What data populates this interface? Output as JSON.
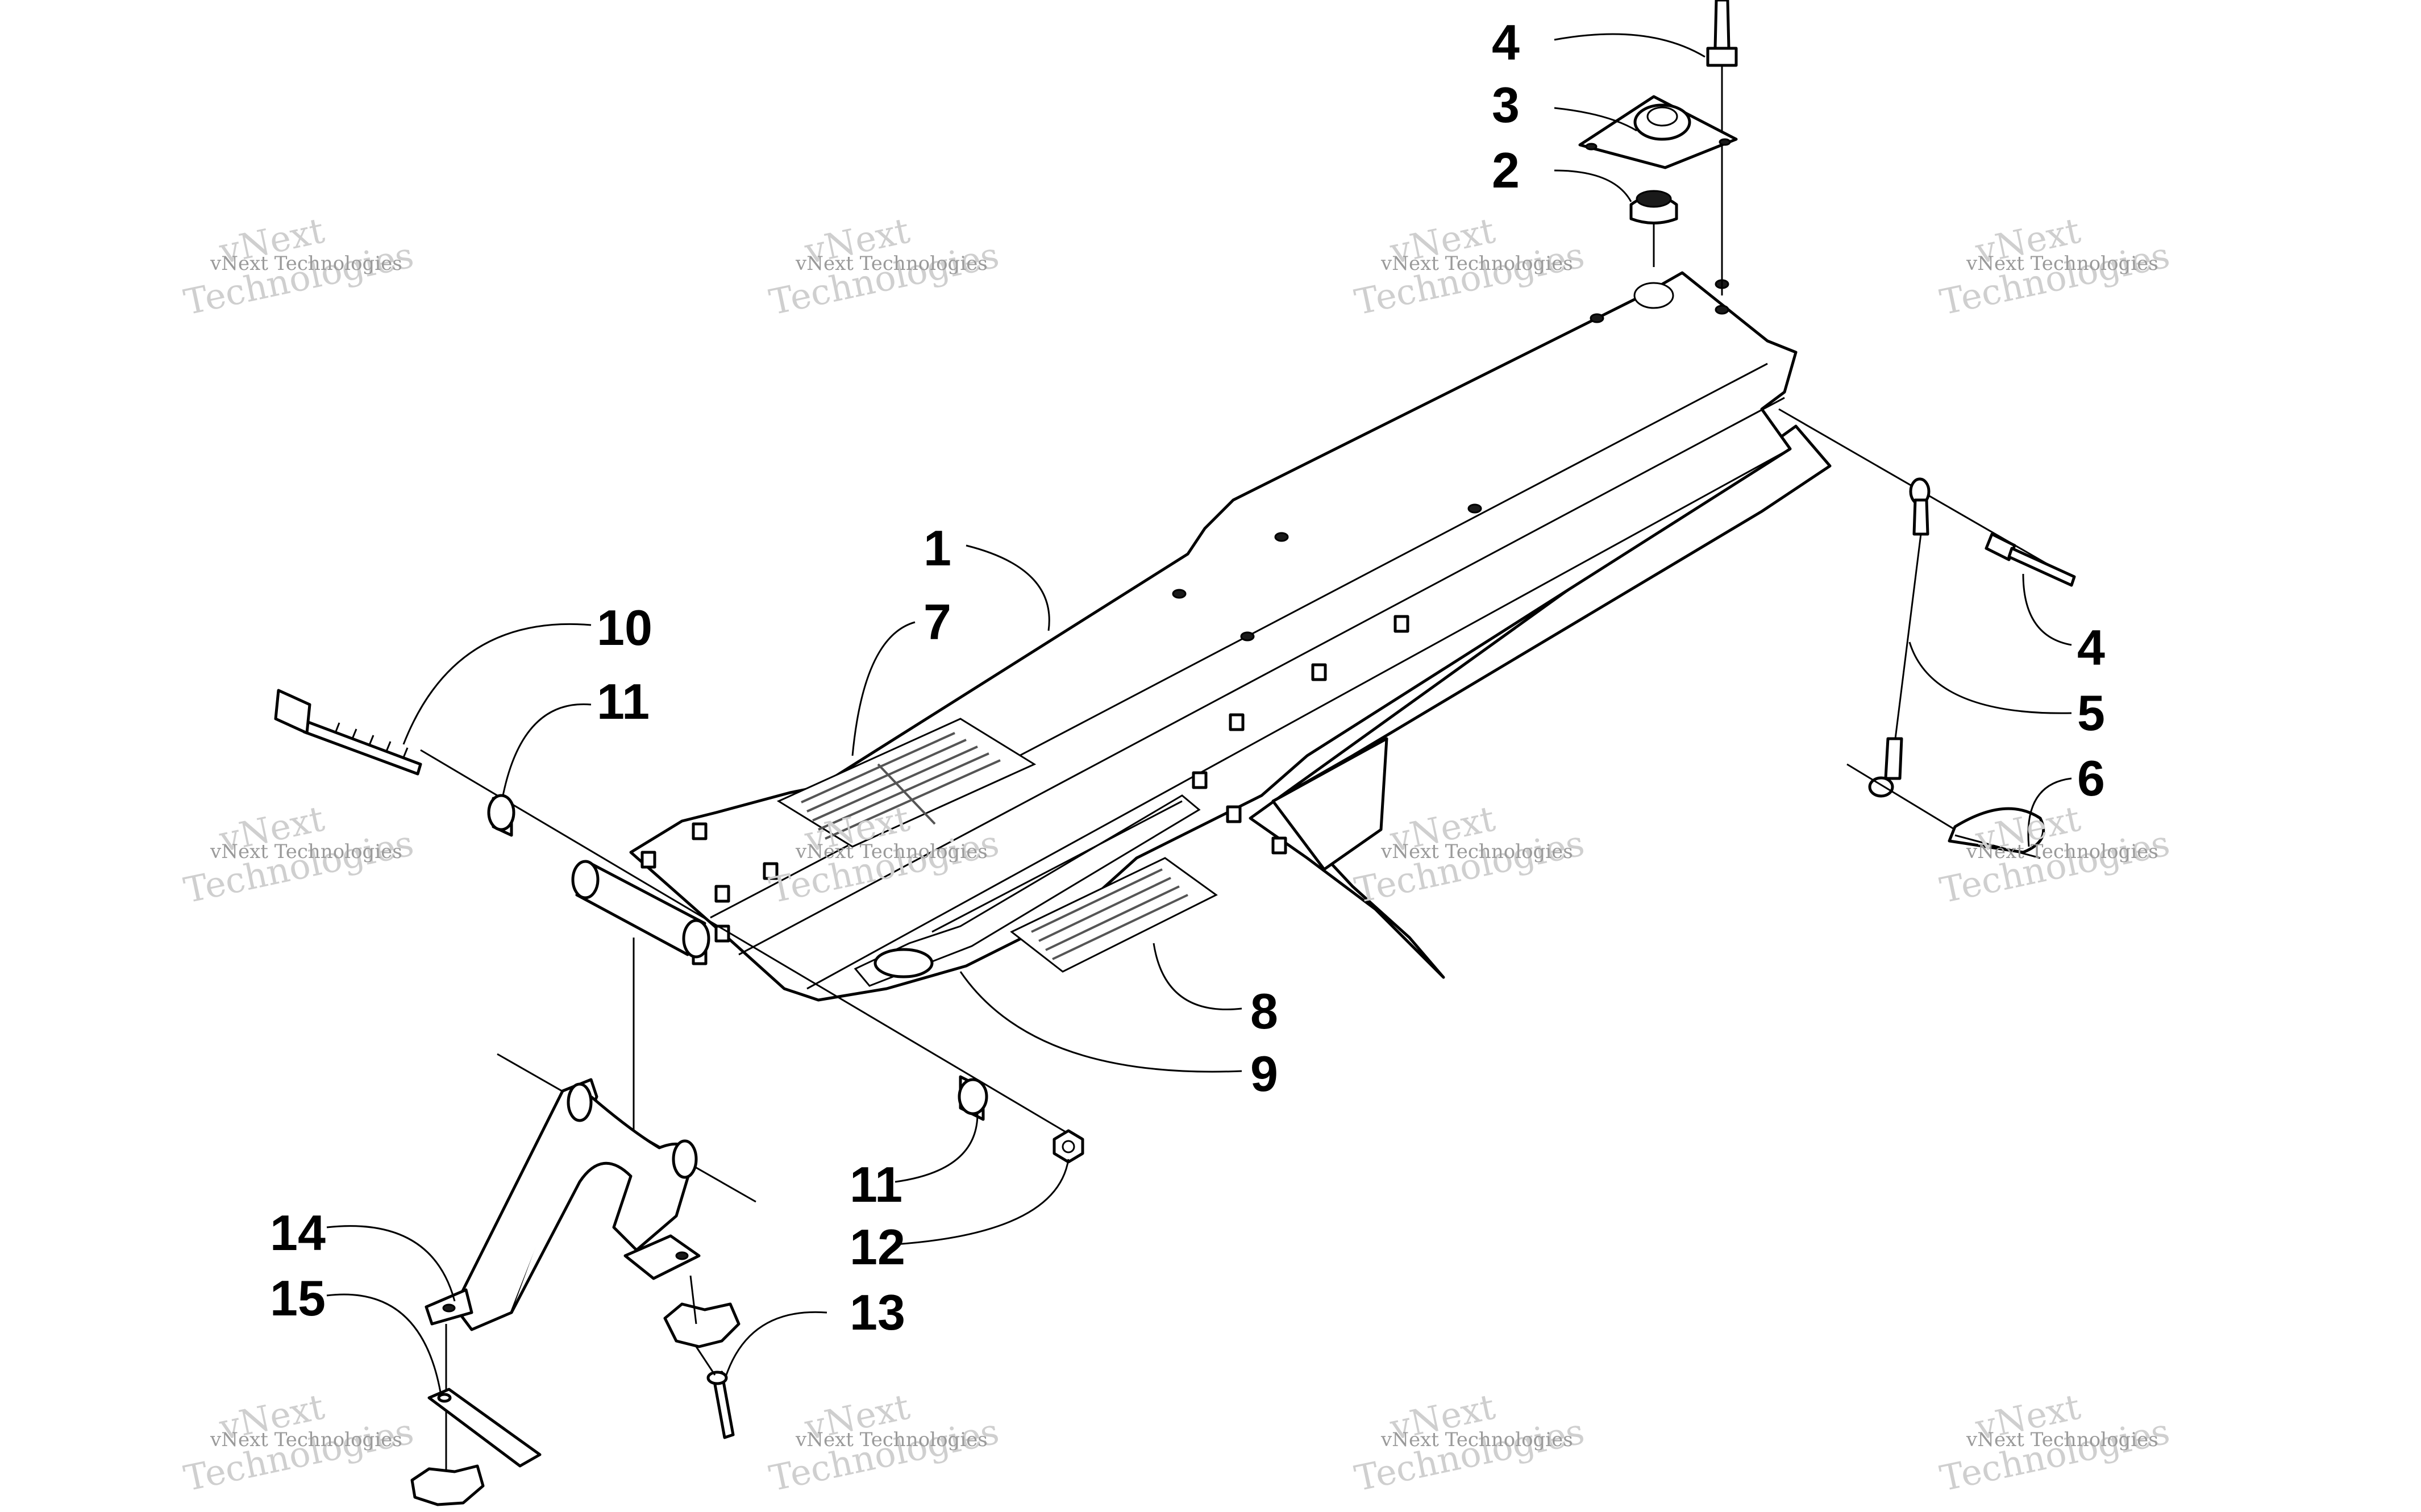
{
  "diagram": {
    "callouts": [
      {
        "id": "c1",
        "label": "1"
      },
      {
        "id": "c7",
        "label": "7"
      },
      {
        "id": "c10",
        "label": "10"
      },
      {
        "id": "c11a",
        "label": "11"
      },
      {
        "id": "c4a",
        "label": "4"
      },
      {
        "id": "c3",
        "label": "3"
      },
      {
        "id": "c2",
        "label": "2"
      },
      {
        "id": "c4b",
        "label": "4"
      },
      {
        "id": "c5",
        "label": "5"
      },
      {
        "id": "c6",
        "label": "6"
      },
      {
        "id": "c8",
        "label": "8"
      },
      {
        "id": "c9",
        "label": "9"
      },
      {
        "id": "c11b",
        "label": "11"
      },
      {
        "id": "c12",
        "label": "12"
      },
      {
        "id": "c13",
        "label": "13"
      },
      {
        "id": "c14",
        "label": "14"
      },
      {
        "id": "c15",
        "label": "15"
      }
    ],
    "watermark": {
      "line1": "vNext Technologies",
      "big_a": "vNext",
      "big_b": "Technologies"
    }
  }
}
